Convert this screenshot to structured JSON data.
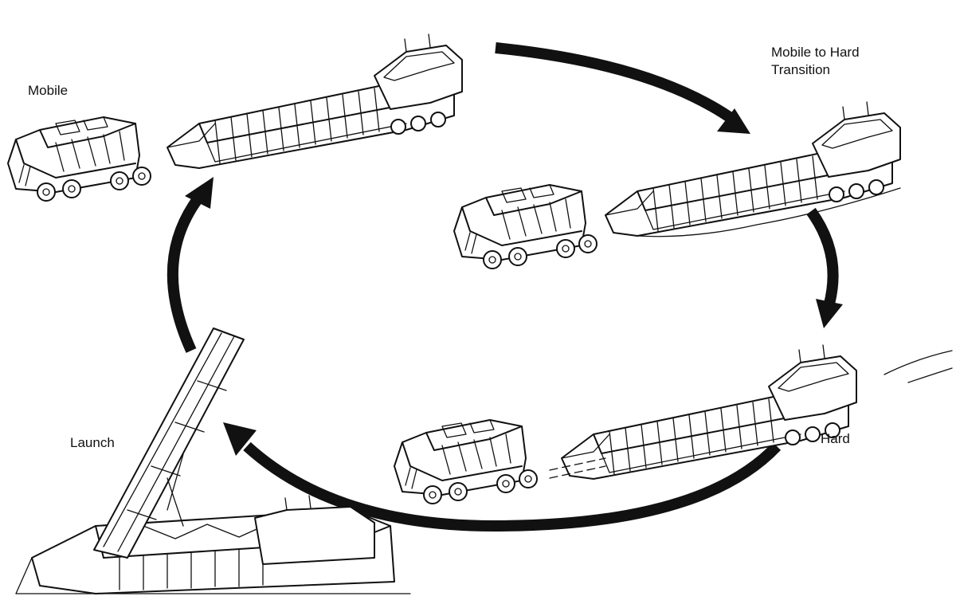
{
  "labels": {
    "mobile": "Mobile",
    "transition_line1": "Mobile to Hard",
    "transition_line2": "Transition",
    "hard": "Hard",
    "launch": "Launch"
  },
  "colors": {
    "ink": "#111111",
    "background": "#ffffff"
  }
}
